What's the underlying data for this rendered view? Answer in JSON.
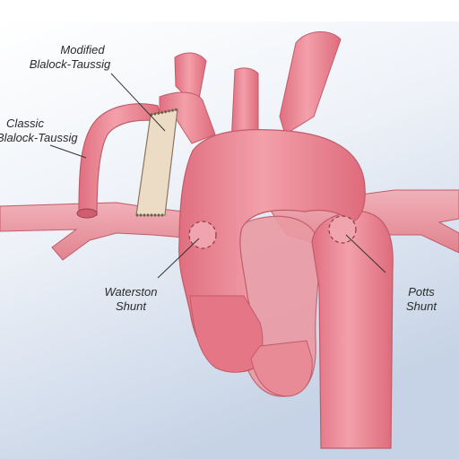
{
  "labels": {
    "modified_bt_line1": "Modified",
    "modified_bt_line2": "Blalock-Taussig",
    "classic_bt_line1": "Classic",
    "classic_bt_line2": "Blalock-Taussig",
    "waterston_line1": "Waterston",
    "waterston_line2": "Shunt",
    "potts_line1": "Potts",
    "potts_line2": "Shunt"
  },
  "colors": {
    "vessel": "#e9818f",
    "vessel_dark": "#cf5f6f",
    "vessel_light": "#f3a7b1",
    "pulmonary": "#e79aa2",
    "graft": "#ecdcc6",
    "graft_edge": "#8a7560",
    "line": "#333333",
    "bg_top": "#ffffff",
    "bg_bottom": "#c9d5e6"
  }
}
